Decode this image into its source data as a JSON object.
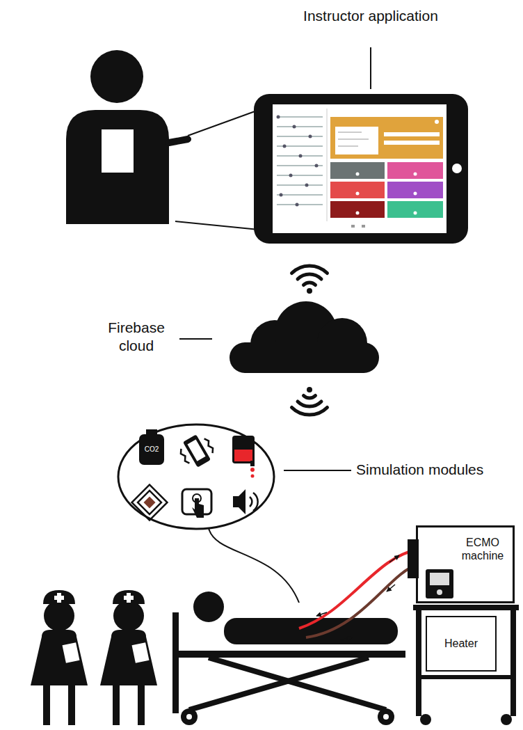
{
  "diagram": {
    "nodes": [
      {
        "text": [
          "ECMO machine"
        ]
      },
      {
        "text": [
          "Heater"
        ]
      }
    ],
    "labels": [
      "Instructor application",
      "Firebase cloud",
      "CO2",
      "Simulation modules"
    ]
  }
}
